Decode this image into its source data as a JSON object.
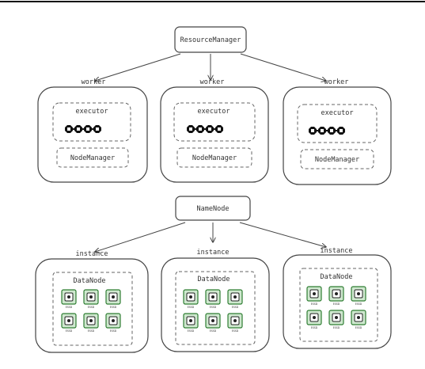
{
  "top_rule_color": "#111111",
  "colors": {
    "stroke": "#444444",
    "dashed": "#666666",
    "chip": "#111111",
    "disk_fill": "#cfe8cf",
    "disk_stroke": "#2e7d32"
  },
  "yarn": {
    "root_label": "ResourceManager",
    "workers": [
      {
        "label": "worker",
        "executor_label": "executor",
        "manager_label": "NodeManager"
      },
      {
        "label": "worker",
        "executor_label": "executor",
        "manager_label": "NodeManager"
      },
      {
        "label": "worker",
        "executor_label": "executor",
        "manager_label": "NodeManager"
      }
    ]
  },
  "hdfs": {
    "root_label": "NameNode",
    "instances": [
      {
        "label": "instance",
        "datanode_label": "DataNode",
        "disk_label": "ESSD",
        "disk_count": 6
      },
      {
        "label": "instance",
        "datanode_label": "DataNode",
        "disk_label": "ESSD",
        "disk_count": 6
      },
      {
        "label": "instance",
        "datanode_label": "DataNode",
        "disk_label": "ESSD",
        "disk_count": 6
      }
    ]
  }
}
